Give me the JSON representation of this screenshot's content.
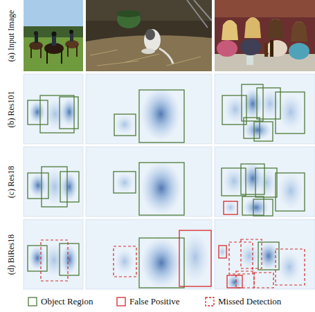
{
  "diagram": {
    "labels": [
      "(a) Input Image",
      "(b) Res101",
      "(c) Res18",
      "(d) BiRes18"
    ],
    "legend": [
      {
        "text": "Object Region"
      },
      {
        "text": "False Positive"
      },
      {
        "text": "Missed Detection"
      }
    ]
  }
}
